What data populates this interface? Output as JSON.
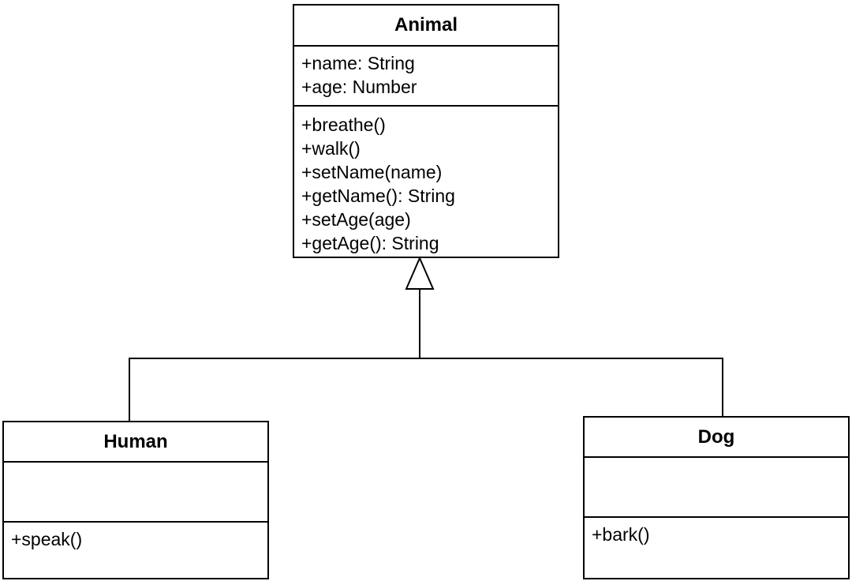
{
  "classes": {
    "animal": {
      "name": "Animal",
      "attributes": [
        "+name: String",
        "+age: Number"
      ],
      "operations": [
        "+breathe()",
        "+walk()",
        "+setName(name)",
        "+getName(): String",
        "+setAge(age)",
        "+getAge(): String"
      ]
    },
    "human": {
      "name": "Human",
      "attributes": [],
      "operations": [
        "+speak()"
      ]
    },
    "dog": {
      "name": "Dog",
      "attributes": [],
      "operations": [
        "+bark()"
      ]
    }
  },
  "relationships": [
    {
      "type": "generalization",
      "from": "Human",
      "to": "Animal"
    },
    {
      "type": "generalization",
      "from": "Dog",
      "to": "Animal"
    }
  ]
}
